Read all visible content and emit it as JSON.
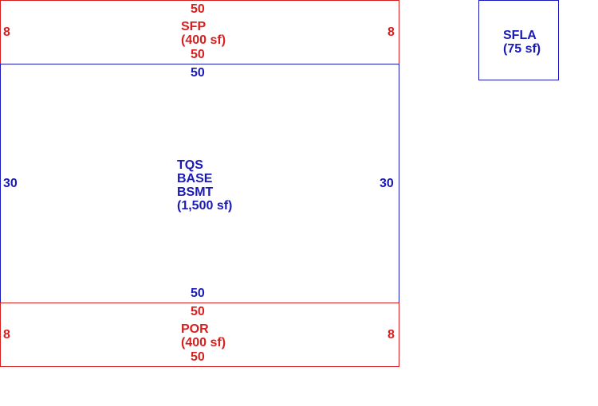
{
  "colors": {
    "red": "#d62020",
    "blue": "#1a1ab8"
  },
  "sfp": {
    "name": "SFP",
    "area": "(400 sf)",
    "top": "50",
    "bottom": "50",
    "left": "8",
    "right": "8"
  },
  "base": {
    "line1": "TQS",
    "line2": "BASE",
    "line3": "BSMT",
    "area": "(1,500 sf)",
    "top": "50",
    "bottom": "50",
    "left": "30",
    "right": "30"
  },
  "por": {
    "name": "POR",
    "area": "(400 sf)",
    "top": "50",
    "bottom": "50",
    "left": "8",
    "right": "8"
  },
  "sfla": {
    "name": "SFLA",
    "area": "(75 sf)"
  }
}
